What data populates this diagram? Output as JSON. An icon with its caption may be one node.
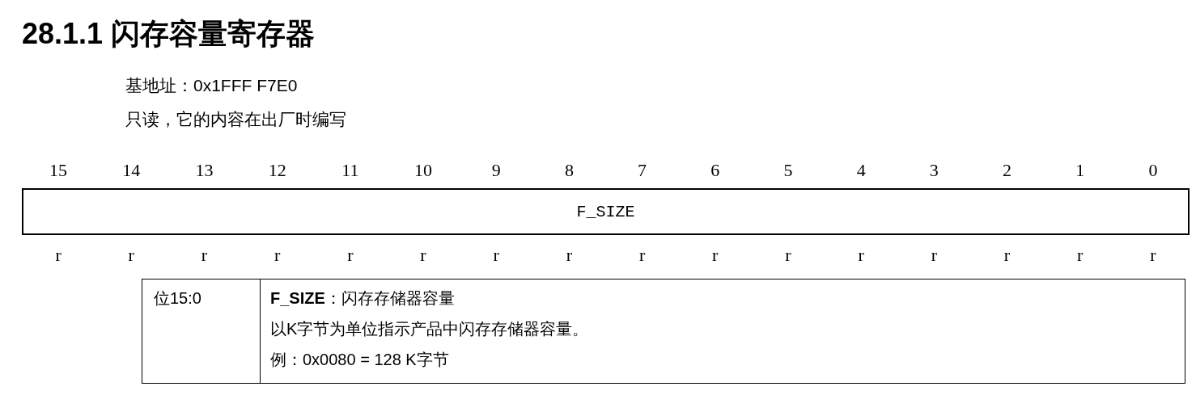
{
  "diagram": {
    "title": "28.1.1 闪存容量寄存器",
    "nodes": [
      {
        "text": [
          "F_SIZE"
        ]
      }
    ],
    "labels": [
      "基地址：0x1FFF F7E0",
      "只读，它的内容在出厂时编写",
      "15",
      "14",
      "13",
      "12",
      "11",
      "10",
      "9",
      "8",
      "7",
      "6",
      "5",
      "4",
      "3",
      "2",
      "1",
      "0",
      "r",
      "r",
      "r",
      "r",
      "r",
      "r",
      "r",
      "r",
      "r",
      "r",
      "r",
      "r",
      "r",
      "r",
      "r",
      "r",
      "位15:0",
      "**F_SIZE**：闪存存储器容量",
      "以K字节为单位指示产品中闪存存储器容量。",
      "例：0x0080 = 128 K字节"
    ]
  }
}
